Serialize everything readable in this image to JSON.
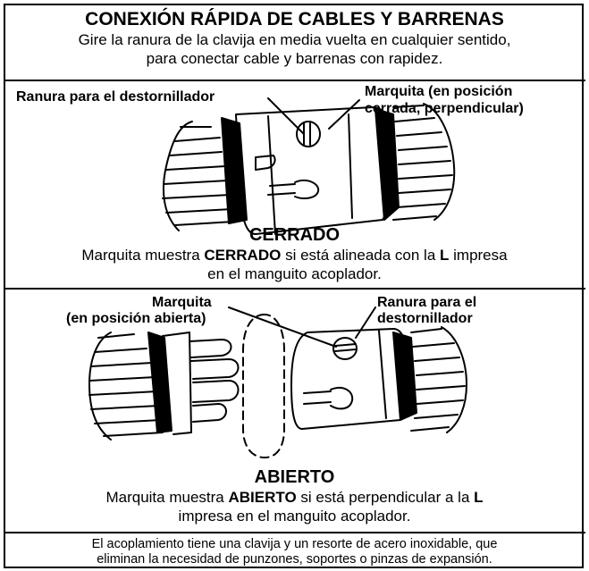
{
  "header": {
    "title": "CONEXIÓN RÁPIDA DE CABLES Y BARRENAS",
    "subtitle_line1": "Gire la ranura de la clavija en media vuelta en cualquier sentido,",
    "subtitle_line2": "para conectar cable y barrenas con rapidez."
  },
  "closed": {
    "label_slot": "Ranura para el destornillador",
    "label_mark_line1": "Marquita (en posición",
    "label_mark_line2": "cerrada, perpendicular)",
    "state": "CERRADO",
    "desc_pre": "Marquita muestra ",
    "desc_bold1": "CERRADO",
    "desc_mid": " si está alineada con la ",
    "desc_bold2": "L",
    "desc_post": " impresa",
    "desc_line2": "en el manguito acoplador."
  },
  "open": {
    "label_mark_line1": "Marquita",
    "label_mark_line2": "(en posición abierta)",
    "label_slot_line1": "Ranura para el",
    "label_slot_line2": "destornillador",
    "state": "ABIERTO",
    "desc_pre": "Marquita muestra ",
    "desc_bold1": "ABIERTO",
    "desc_mid": " si está perpendicular a la ",
    "desc_bold2": "L",
    "desc_line2": "impresa en el manguito acoplador."
  },
  "footer": {
    "line1": "El acoplamiento tiene una clavija y un resorte de acero inoxidable, que",
    "line2": "eliminan la necesidad de punzones, soportes o pinzas de expansión."
  }
}
